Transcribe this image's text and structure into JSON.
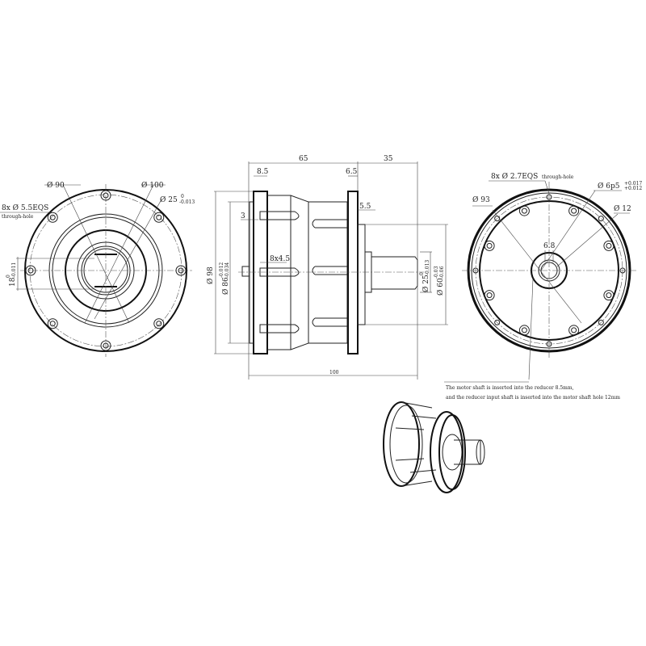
{
  "front_view": {
    "d90": "Ø 90",
    "d100": "Ø 100",
    "d25": "Ø 25",
    "d25_tol_upper": "0",
    "d25_tol_lower": "-0.013",
    "holes": "8x Ø 5.5EQS",
    "holes_note": "through-hole",
    "key18": "18",
    "key18_tol_upper": "0",
    "key18_tol_lower": "-0.011"
  },
  "side_view": {
    "len65": "65",
    "len35": "35",
    "len100": "100",
    "w8_5": "8.5",
    "w6_5": "6.5",
    "w5_5": "5.5",
    "w3": "3",
    "slots": "8x4.5",
    "d98": "Ø 98",
    "d86": "Ø 86",
    "d86_tol_upper": "-0.012",
    "d86_tol_lower": "-0.034",
    "d25": "Ø 25",
    "d25_tol_upper": "0",
    "d25_tol_lower": "-0.013",
    "d60": "Ø 60",
    "d60_tol_upper": "-0.03",
    "d60_tol_lower": "-0.06"
  },
  "rear_view": {
    "holes": "8x Ø 2.7EQS",
    "holes_note": "through-hole",
    "d93": "Ø 93",
    "d6p5": "Ø 6p5",
    "d6p5_tol_upper": "+0.017",
    "d6p5_tol_lower": "+0.012",
    "d12": "Ø 12",
    "w6_8": "6.8"
  },
  "note": {
    "line1": "The motor shaft is inserted into the reducer 8.5mm,",
    "line2": "and the reducer input shaft is inserted into the motor shaft hole 12mm"
  }
}
